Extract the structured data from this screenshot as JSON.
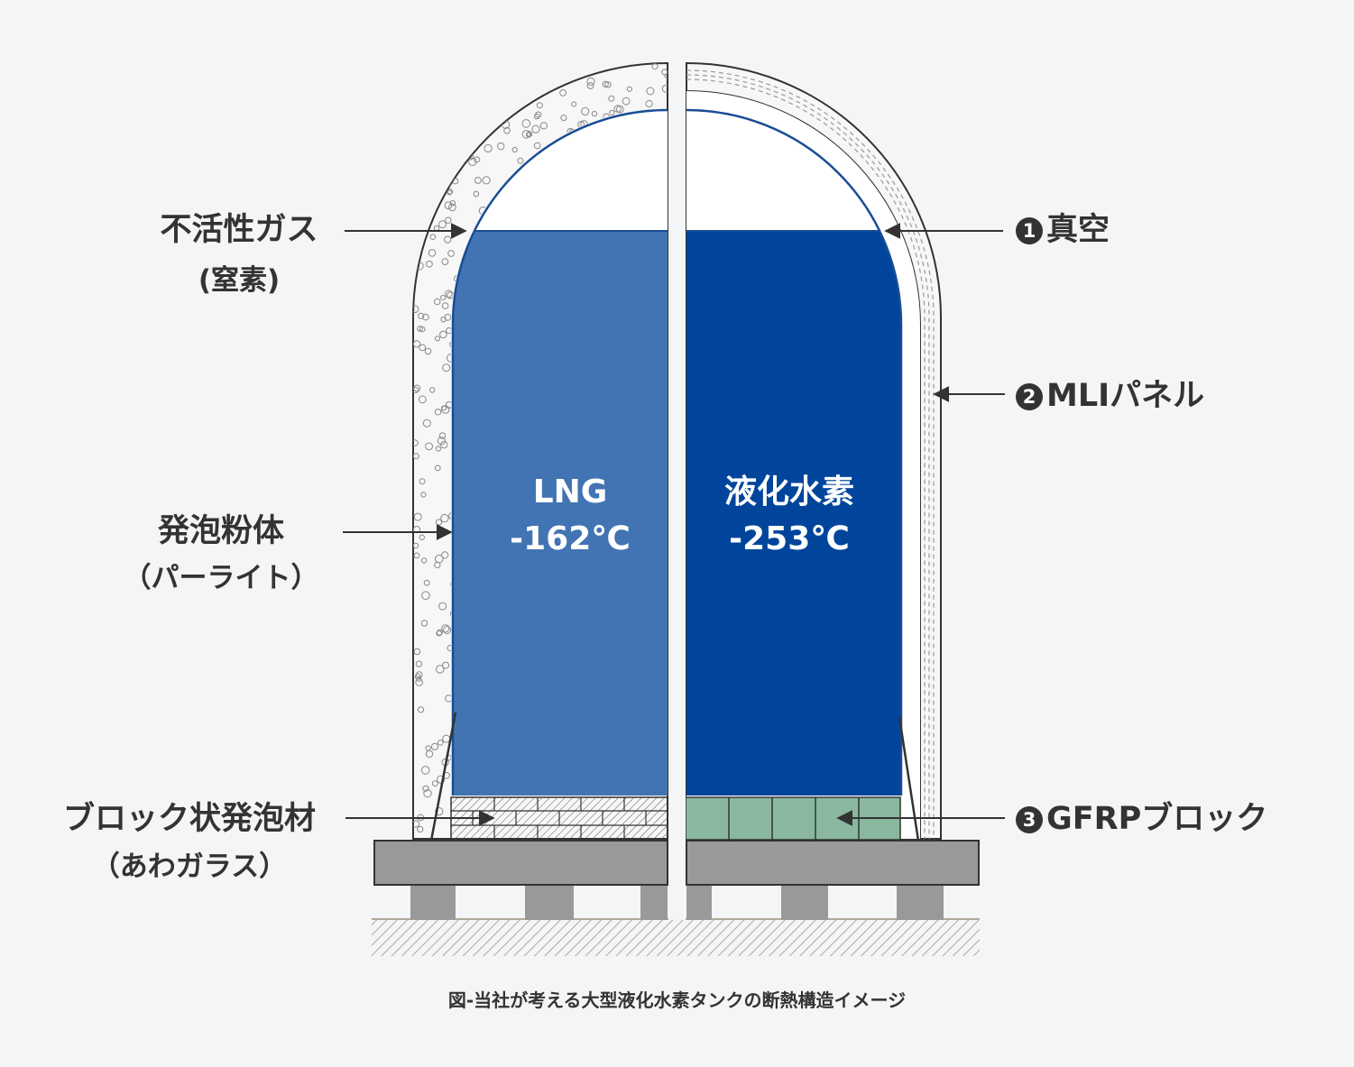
{
  "colors": {
    "lng": "#4274b3",
    "hydrogen": "#00459b",
    "gfrp": "#8ab89f",
    "shell_stroke": "#333333",
    "foundation": "#999999",
    "background": "#f4f5f7"
  },
  "left_tank": {
    "title": "LNG",
    "temperature": "-162℃"
  },
  "right_tank": {
    "title": "液化水素",
    "temperature": "-253℃"
  },
  "labels": {
    "inert_gas": {
      "line1": "不活性ガス",
      "line2": "(窒素)"
    },
    "foam_powder": {
      "line1": "発泡粉体",
      "line2": "（パーライト）"
    },
    "foam_block": {
      "line1": "ブロック状発泡材",
      "line2": "（あわガラス）"
    },
    "vacuum": {
      "number": "1",
      "text": "真空"
    },
    "mli_panel": {
      "number": "2",
      "text": "MLIパネル"
    },
    "gfrp_block": {
      "number": "3",
      "text": "GFRPブロック"
    }
  },
  "caption": "図-当社が考える大型液化水素タンクの断熱構造イメージ"
}
